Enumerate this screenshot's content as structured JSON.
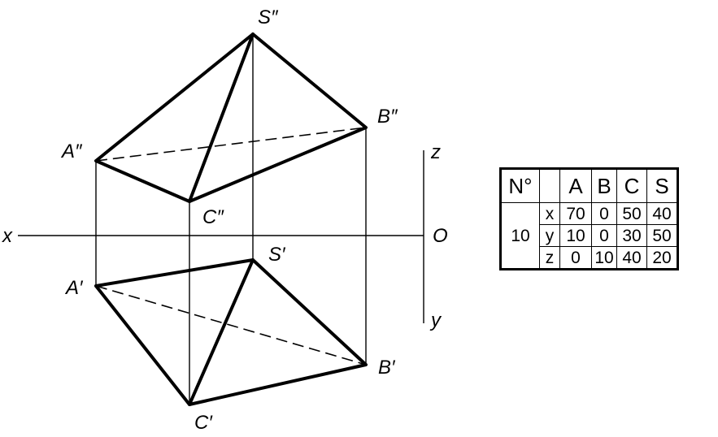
{
  "labels": {
    "S2": "S″",
    "B2": "B″",
    "A2": "A″",
    "C2": "C″",
    "S1": "S′",
    "A1": "A′",
    "B1": "B′",
    "C1": "C′",
    "axis_x": "x",
    "axis_z": "z",
    "axis_y": "y",
    "origin": "O"
  },
  "table": {
    "no_header": "N°",
    "point_headers": [
      "A",
      "B",
      "C",
      "S"
    ],
    "variant": "10",
    "rows": [
      {
        "axis": "x",
        "values": [
          "70",
          "0",
          "50",
          "40"
        ]
      },
      {
        "axis": "y",
        "values": [
          "10",
          "0",
          "30",
          "50"
        ]
      },
      {
        "axis": "z",
        "values": [
          "0",
          "10",
          "40",
          "20"
        ]
      }
    ]
  }
}
